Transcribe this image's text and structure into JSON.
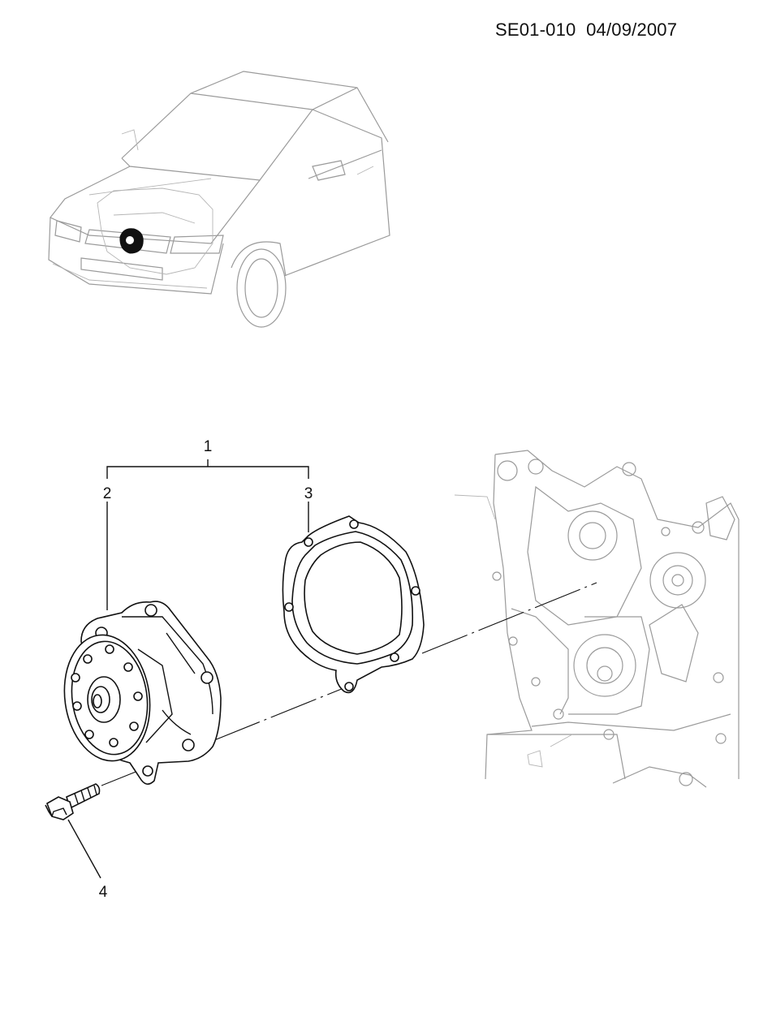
{
  "header": {
    "code": "SE01-010  04/09/2007"
  },
  "callouts": {
    "assembly": "1",
    "pump": "2",
    "gasket": "3",
    "bolt": "4"
  }
}
